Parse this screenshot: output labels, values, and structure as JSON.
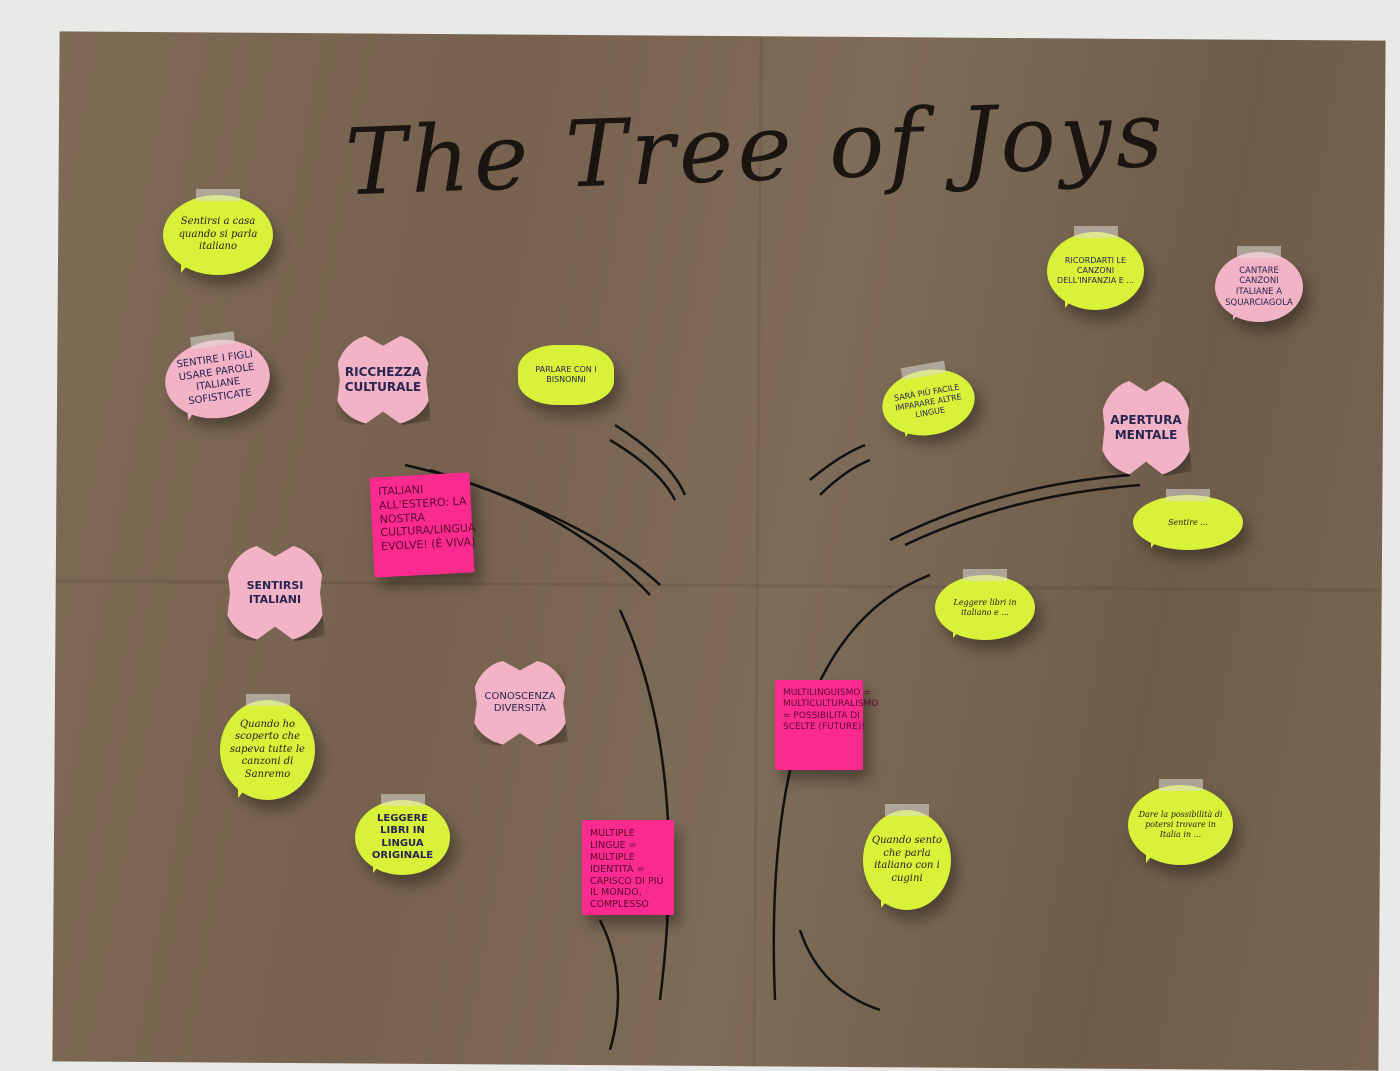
{
  "poster": {
    "title": "The Tree of Joys",
    "colors": {
      "paper": "#7a6752",
      "lime": "#d8f23a",
      "pink": "#f2b3c6",
      "magenta": "#fb2a8f"
    },
    "notes": [
      {
        "text": "Sentirsi a casa quando si parla italiano",
        "color": "lime",
        "shape": "bubble"
      },
      {
        "text": "Sentire i figli usare parole italiane sofisticate",
        "color": "pink",
        "shape": "bubble"
      },
      {
        "text": "Ricchezza culturale",
        "color": "pink",
        "shape": "butterfly"
      },
      {
        "text": "Parlare con i bisnonni",
        "color": "lime",
        "shape": "flower"
      },
      {
        "text": "Italiani all'estero: la nostra cultura/lingua evolve! (è viva)",
        "color": "magenta",
        "shape": "square"
      },
      {
        "text": "Sentirsi italiani",
        "color": "pink",
        "shape": "butterfly"
      },
      {
        "text": "Conoscenza diversità",
        "color": "pink",
        "shape": "butterfly"
      },
      {
        "text": "Quando ho scoperto che sapeva tutte le canzoni di Sanremo",
        "color": "lime",
        "shape": "bubble"
      },
      {
        "text": "Leggere libri in lingua originale",
        "color": "lime",
        "shape": "bubble"
      },
      {
        "text": "Multiple lingue = multiple identità = capisco di più il mondo, complesso",
        "color": "magenta",
        "shape": "square"
      },
      {
        "text": "Multilinguismo = multiculturalismo = possibilità di scelte (future)!",
        "color": "magenta",
        "shape": "square"
      },
      {
        "text": "Quando sento che parla italiano con i cugini",
        "color": "lime",
        "shape": "bubble"
      },
      {
        "text": "Dare la possibilità di potersi trovare in Italia in ...",
        "color": "lime",
        "shape": "bubble"
      },
      {
        "text": "Leggere libri in italiano e ...",
        "color": "lime",
        "shape": "bubble"
      },
      {
        "text": "Sentire ...",
        "color": "lime",
        "shape": "bubble"
      },
      {
        "text": "Apertura mentale",
        "color": "pink",
        "shape": "butterfly"
      },
      {
        "text": "Sarà più facile imparare altre lingue",
        "color": "lime",
        "shape": "bubble"
      },
      {
        "text": "Ricordarti le canzoni dell'infanzia e ...",
        "color": "lime",
        "shape": "bubble"
      },
      {
        "text": "Cantare canzoni italiane a squarciagola",
        "color": "pink",
        "shape": "bubble"
      }
    ]
  }
}
